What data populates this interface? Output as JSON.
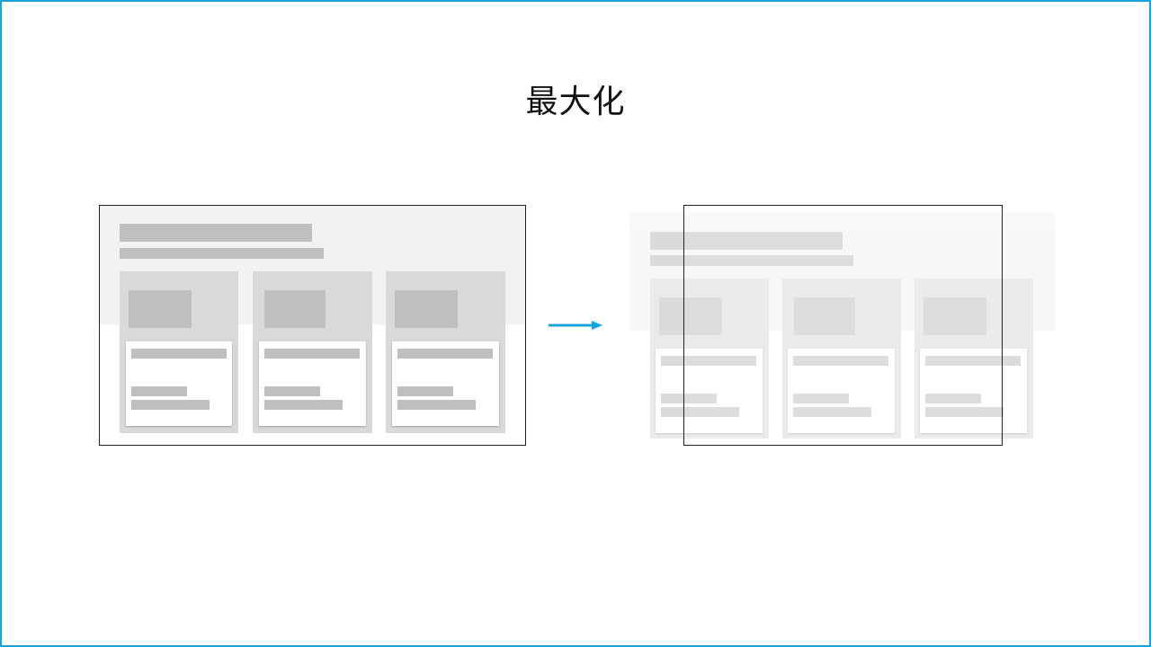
{
  "slide": {
    "title": "最大化"
  },
  "colors": {
    "frame_border": "#1aa3dc",
    "arrow": "#1aa3dc",
    "header_band": "#f2f2f2",
    "card_bg": "#d9d9d9",
    "placeholder": "#bfbfbf",
    "card_body": "#ffffff",
    "outline": "#222222"
  },
  "diagram": {
    "before": {
      "cards": 3
    },
    "after": {
      "cards": 3,
      "viewport_frame": true
    },
    "transition_icon": "right-arrow-icon"
  }
}
